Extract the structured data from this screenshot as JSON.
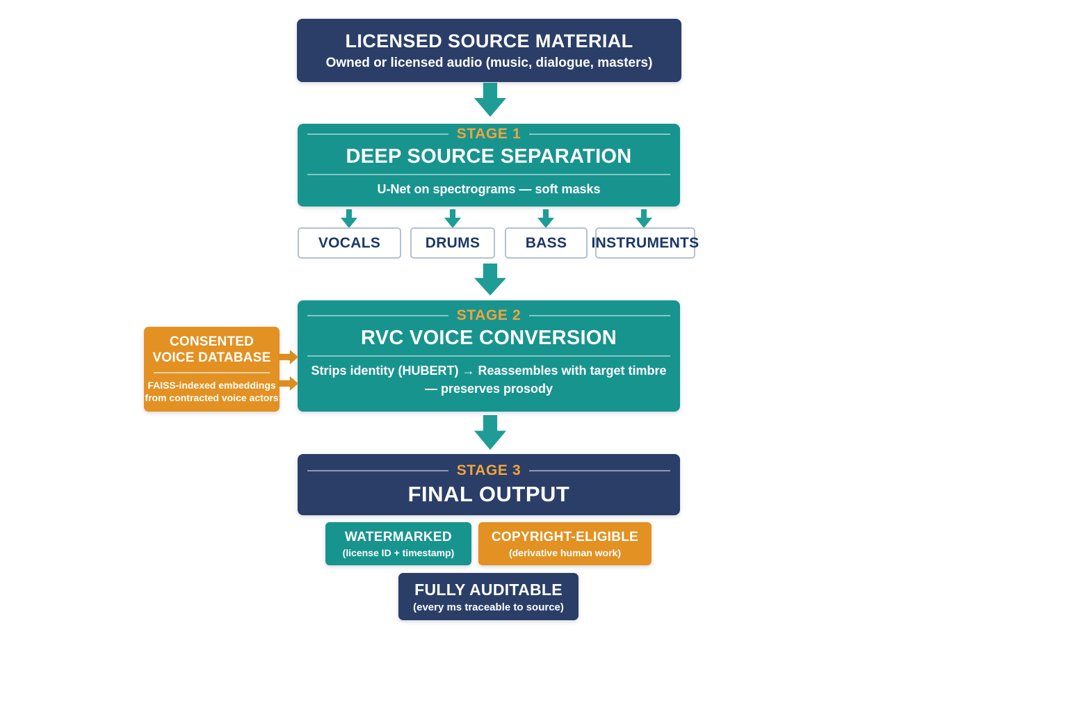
{
  "colors": {
    "navy": "#2a3e68",
    "teal": "#18948f",
    "orange": "#e29122",
    "stage_label_orange": "#f4a43a",
    "arrow_teal": "#1f9c95",
    "arrow_orange": "#dd8d1f",
    "stem_border": "#b4c0cf",
    "stem_text": "#1c3765",
    "background": "#ffffff"
  },
  "source": {
    "title": "LICENSED SOURCE MATERIAL",
    "subtitle": "Owned or licensed audio (music, dialogue, masters)"
  },
  "stage1": {
    "label": "STAGE 1",
    "title": "DEEP SOURCE SEPARATION",
    "subtitle": "U-Net on spectrograms — soft masks"
  },
  "stems": [
    {
      "label": "VOCALS"
    },
    {
      "label": "DRUMS"
    },
    {
      "label": "BASS"
    },
    {
      "label": "INSTRUMENTS"
    }
  ],
  "stage2": {
    "label": "STAGE 2",
    "title": "RVC VOICE CONVERSION",
    "subtitle_line1": "Strips identity (HUBERT) → Reassembles with target timbre",
    "subtitle_line2": "— preserves prosody"
  },
  "voice_db": {
    "title_line1": "CONSENTED",
    "title_line2": "VOICE DATABASE",
    "subtitle_line1": "FAISS-indexed embeddings",
    "subtitle_line2": "from contracted voice actors"
  },
  "stage3": {
    "label": "STAGE 3",
    "title": "FINAL OUTPUT"
  },
  "outputs": [
    {
      "title": "WATERMARKED",
      "subtitle": "(license ID + timestamp)"
    },
    {
      "title": "COPYRIGHT-ELIGIBLE",
      "subtitle": "(derivative human work)"
    },
    {
      "title": "FULLY AUDITABLE",
      "subtitle": "(every ms traceable to source)"
    }
  ]
}
